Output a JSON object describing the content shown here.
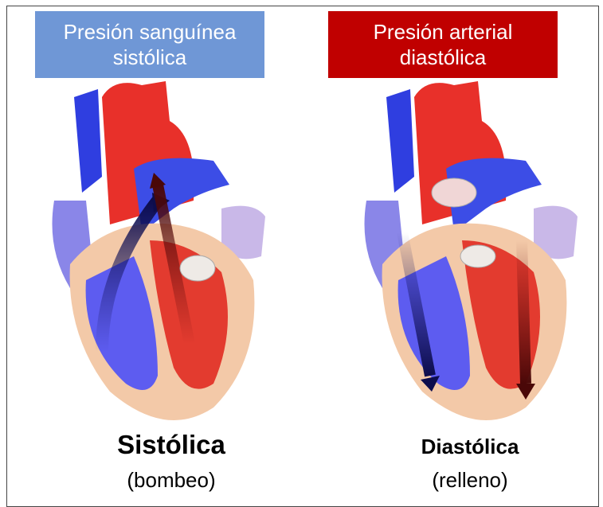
{
  "banners": {
    "left": {
      "line1": "Presión sanguínea",
      "line2": "sistólica"
    },
    "right": {
      "line1": "Presión arterial",
      "line2": "diastólica"
    }
  },
  "captions": {
    "left": {
      "title": "Sistólica",
      "subtitle": "(bombeo)"
    },
    "right": {
      "title": "Diastólica",
      "subtitle": "(relleno)"
    }
  },
  "colors": {
    "left_banner": "#6f97d6",
    "right_banner": "#c00000",
    "deoxygenated": "#2f3ee0",
    "oxygenated": "#e8302a",
    "muscle": "#f3c9a8"
  }
}
